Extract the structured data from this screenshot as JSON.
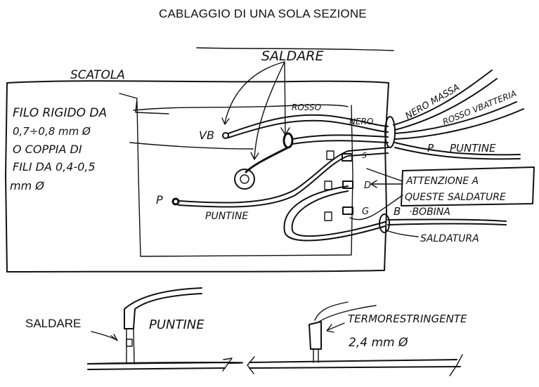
{
  "title": "CABLAGGIO DI UNA SOLA SEZIONE",
  "main_diagram": {
    "box_label": "SCATOLA",
    "wire_note": [
      "FILO RIGIDO DA",
      "0,7÷0,8 mm Ø",
      "O COPPIA DI",
      "FILI DA 0,4-0,5",
      "mm Ø"
    ],
    "solder_label": "SALDARE",
    "terminals": {
      "vb": "VB",
      "p": "P",
      "s": "S",
      "d": "D",
      "g": "G"
    },
    "wire_labels": {
      "rosso": "ROSSO",
      "nero": "NERO",
      "puntine_inner": "PUNTINE"
    },
    "external_wires": {
      "nero_massa": "NERO MASSA",
      "rosso_vbatteria": "ROSSO VBATTERIA",
      "p_puntine_letter": "P",
      "p_puntine": "PUNTINE",
      "b_bobina_letter": "B",
      "b_bobina": "·BOBINA"
    },
    "warning_box": [
      "ATTENZIONE A",
      "QUESTE SALDATURE"
    ],
    "saldatura_label": "SALDATURA"
  },
  "bottom_left": {
    "solder_label": "SALDARE",
    "wire_label": "PUNTINE"
  },
  "bottom_right": {
    "heatshrink_label": "TERMORESTRINGENTE",
    "heatshrink_size": "2,4 mm Ø"
  }
}
